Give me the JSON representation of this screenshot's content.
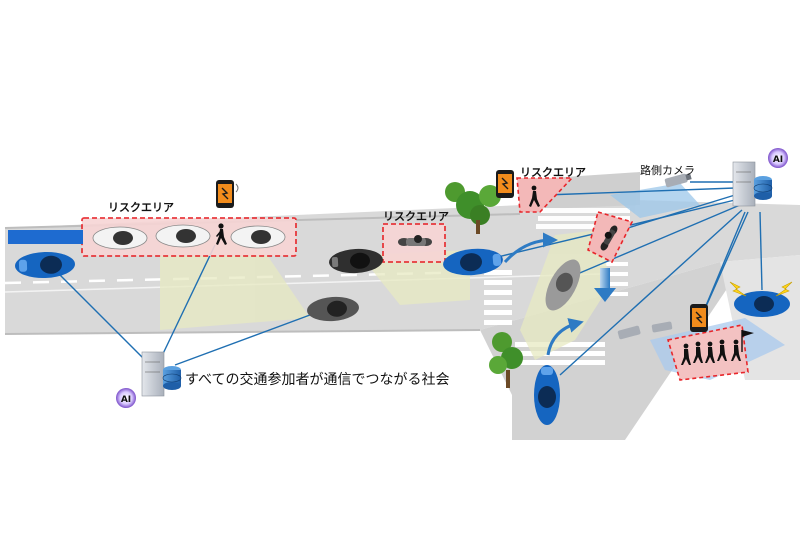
{
  "labels": {
    "risk_area_1": "リスクエリア",
    "risk_area_2": "リスクエリア",
    "risk_area_3": "リスクエリア",
    "roadside_camera": "路側カメラ",
    "ai_left": "AI",
    "ai_right": "AI",
    "caption": "すべての交通参加者が通信でつながる社会"
  },
  "colors": {
    "road": "#d8d8d8",
    "road_edge": "#c4c4c4",
    "risk_outline": "#e8262b",
    "risk_fill": "#f6c8c8",
    "sensing_zone": "#e9ebc9",
    "connection_line": "#1f6fb2",
    "car_blue": "#1565c0",
    "car_dark": "#3a3a3a",
    "tree": "#3f8f2a",
    "phone_orange": "#f28c1c",
    "ai_badge": "#7b4fc9",
    "lightning": "#ffd51a"
  },
  "icons": [
    "server-icon",
    "ai-badge-icon",
    "smartphone-icon",
    "pedestrian-icon",
    "motorcycle-icon",
    "camera-icon",
    "tree-icon",
    "car-icon",
    "warning-lightning-icon",
    "flag-icon"
  ]
}
